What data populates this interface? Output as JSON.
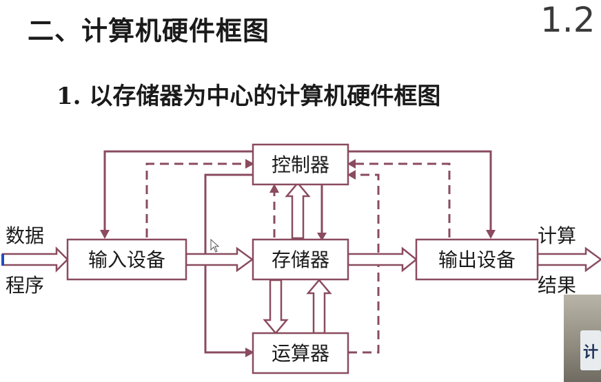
{
  "header": {
    "section_title": "二、计算机硬件框图",
    "section_number": "1.2",
    "subtitle": "1. 以存储器为中心的计算机硬件框图"
  },
  "diagram": {
    "nodes": {
      "control": "控制器",
      "memory": "存储器",
      "alu": "运算器",
      "input": "输入设备",
      "output": "输出设备"
    },
    "input_label_top": "数据",
    "input_label_bottom": "程序",
    "output_label_top": "计算",
    "output_label_bottom": "结果"
  },
  "overlay": {
    "char": "计"
  },
  "colors": {
    "line": "#8a4b5f",
    "box_border": "#8a4b5f",
    "input_marker": "#1f4fbf"
  }
}
